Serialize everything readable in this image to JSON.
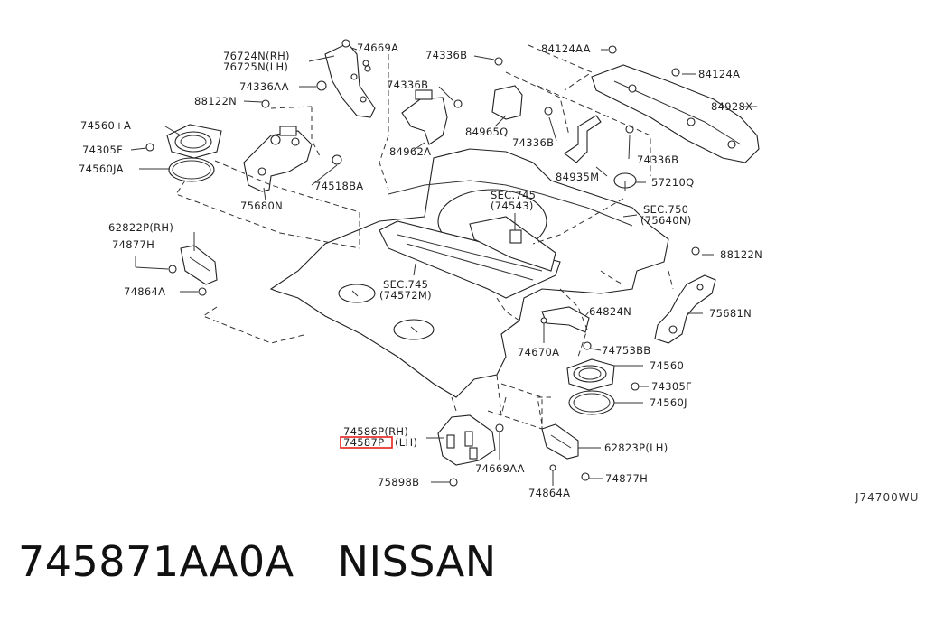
{
  "diagram": {
    "code": "J74700WU",
    "labels": {
      "l76724N": "76724N(RH)",
      "l76725N": "76725N(LH)",
      "l74669A": "74669A",
      "l74336B_top": "74336B",
      "l84124AA": "84124AA",
      "l84124A": "84124A",
      "l74336AA": "74336AA",
      "l74336B_mid": "74336B",
      "l88122N_top": "88122N",
      "l84928X": "84928X",
      "l74560A": "74560+A",
      "l74305F_top": "74305F",
      "l84965Q": "84965Q",
      "l74336B_right": "74336B",
      "l74560JA": "74560JA",
      "l84962A": "84962A",
      "l74336B_right2": "74336B",
      "l74518BA": "74518BA",
      "l84935M": "84935M",
      "l57210Q": "57210Q",
      "l75680N": "75680N",
      "l_sec745_a": "SEC.745",
      "l_sec745_a_sub": "(74543)",
      "l_sec750": "SEC.750",
      "l_sec750_sub": "(75640N)",
      "l62822P": "62822P(RH)",
      "l74877H_left": "74877H",
      "l88122N_right": "88122N",
      "l74864A_left": "74864A",
      "l_sec745_b": "SEC.745",
      "l_sec745_b_sub": "(74572M)",
      "l75681N": "75681N",
      "l64824N": "64824N",
      "l74670A": "74670A",
      "l74753BB": "74753BB",
      "l74560": "74560",
      "l74305F_right": "74305F",
      "l74560J": "74560J",
      "l74586P": "74586P(RH)",
      "l74587P": "74587P",
      "l74587P_side": "(LH)",
      "l62823P": "62823P(LH)",
      "l74669AA": "74669AA",
      "l74877H_right": "74877H",
      "l75898B": "75898B",
      "l74864A_right": "74864A"
    }
  },
  "caption": {
    "part_number": "745871AA0A",
    "brand": "NISSAN"
  }
}
